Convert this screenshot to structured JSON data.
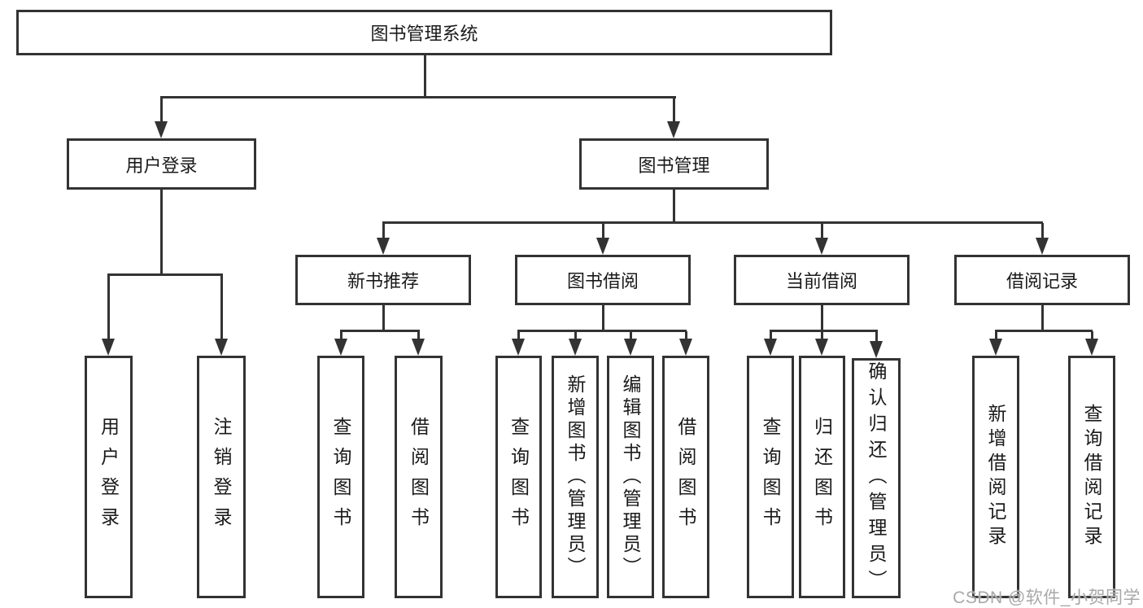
{
  "tree": {
    "root": {
      "label": "图书管理系统"
    },
    "children": [
      {
        "label": "用户登录",
        "children": [
          {
            "label": "用户登录"
          },
          {
            "label": "注销登录"
          }
        ]
      },
      {
        "label": "图书管理",
        "children": [
          {
            "label": "新书推荐",
            "children": [
              {
                "label": "查询图书"
              },
              {
                "label": "借阅图书"
              }
            ]
          },
          {
            "label": "图书借阅",
            "children": [
              {
                "label": "查询图书"
              },
              {
                "label": "新增图书（管理员）"
              },
              {
                "label": "编辑图书（管理员）"
              },
              {
                "label": "借阅图书"
              }
            ]
          },
          {
            "label": "当前借阅",
            "children": [
              {
                "label": "查询图书"
              },
              {
                "label": "归还图书"
              },
              {
                "label": "确认归还（管理员）"
              }
            ]
          },
          {
            "label": "借阅记录",
            "children": [
              {
                "label": "新增借阅记录"
              },
              {
                "label": "查询借阅记录"
              }
            ]
          }
        ]
      }
    ]
  },
  "watermark": {
    "text": "CSDN @软件_小贺同学"
  },
  "colors": {
    "line": "#333333",
    "text": "#1a1a1a",
    "watermark": "#a8a8a8",
    "background": "#ffffff"
  }
}
